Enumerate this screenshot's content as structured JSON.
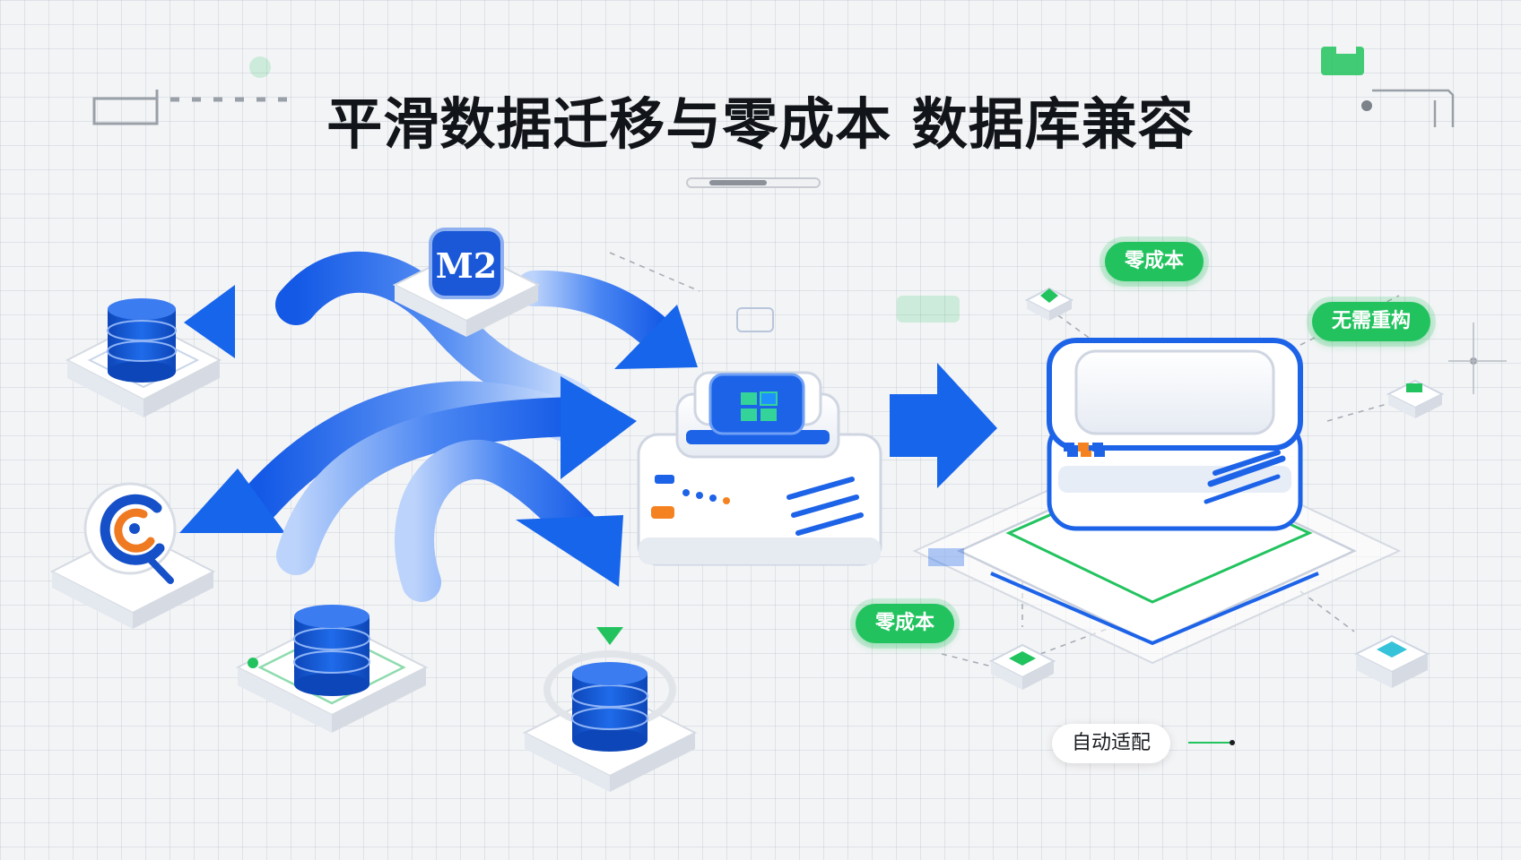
{
  "title": "平滑数据迁移与零成本 数据库兼容",
  "center_icon_glyph": "M2",
  "tags": {
    "top_zero_cost": "零成本",
    "no_refactor": "无需重构",
    "left_zero_cost": "零成本",
    "auto_adapt": "自动适配"
  },
  "colors": {
    "primary_blue": "#1560e8",
    "accent_green": "#22c35e",
    "accent_orange": "#f58220",
    "title": "#111418"
  }
}
